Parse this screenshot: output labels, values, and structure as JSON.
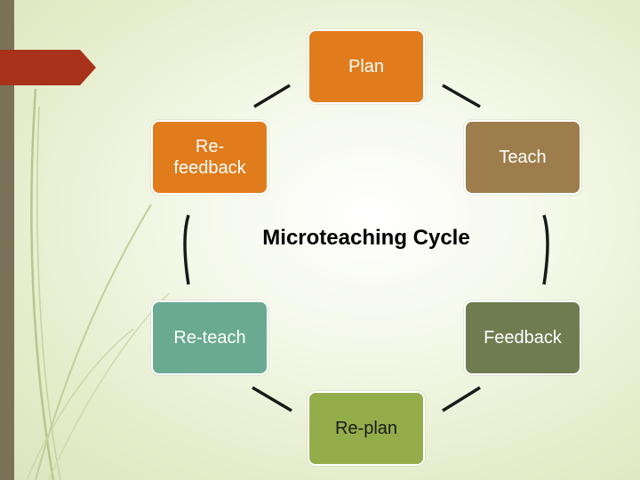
{
  "diagram": {
    "center_title": "Microteaching Cycle",
    "nodes": {
      "plan": "Plan",
      "teach": "Teach",
      "refeedback_line1": "Re-",
      "refeedback_line2": "feedback",
      "reteach": "Re-teach",
      "feedback": "Feedback",
      "replan": "Re-plan"
    }
  },
  "colors": {
    "orange": "#e07c1c",
    "brown": "#9d7d4b",
    "teal": "#6aaa92",
    "olive": "#6f7c50",
    "green": "#94ad4b",
    "sidebar": "#7a735a",
    "tab": "#a8321a"
  }
}
